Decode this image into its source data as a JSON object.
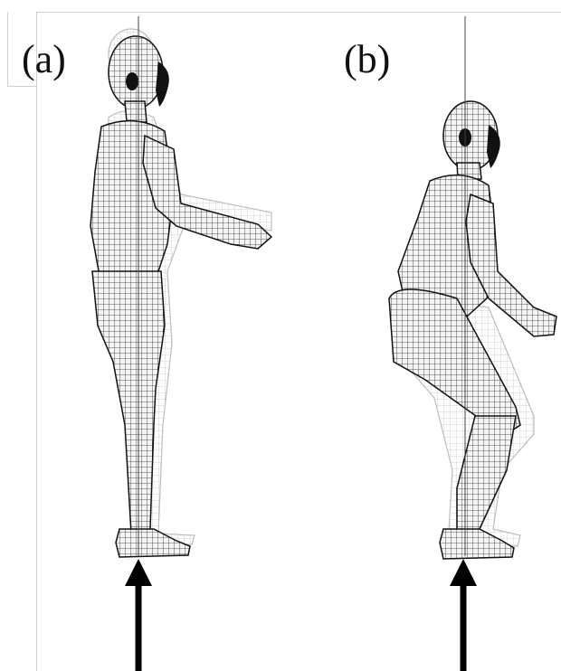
{
  "figure": {
    "panels": [
      {
        "label": "(a)",
        "pose": "standing"
      },
      {
        "label": "(b)",
        "pose": "squatting"
      }
    ],
    "colors": {
      "mesh": "#1a1a1a",
      "ghost": "#bdbdbd",
      "arrow": "#000000",
      "line": "#555555"
    }
  }
}
